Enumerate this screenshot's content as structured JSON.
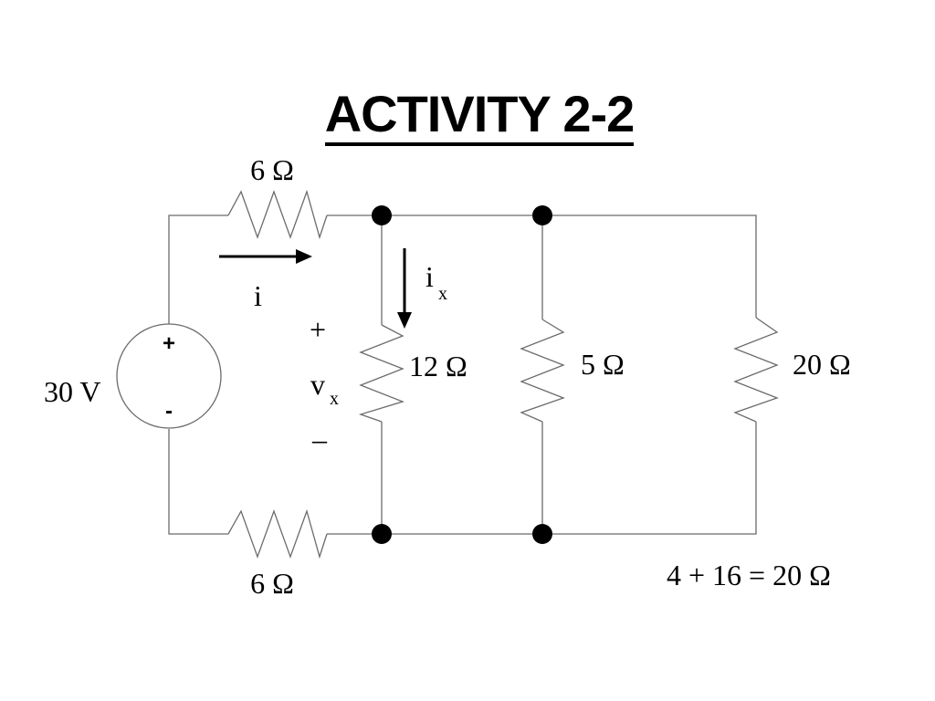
{
  "title": "ACTIVITY 2-2",
  "source": {
    "value_label": "30 V",
    "plus_sign": "+",
    "minus_sign": "-"
  },
  "resistors": {
    "top_series": "6 Ω",
    "bottom_series": "6 Ω",
    "r12": "12 Ω",
    "r5": "5 Ω",
    "r20": "20 Ω"
  },
  "current_i": {
    "label": "i"
  },
  "current_ix": {
    "label_main": "i",
    "label_sub": "x"
  },
  "voltage_vx": {
    "plus": "+",
    "label_main": "v",
    "label_sub": "x",
    "minus": "–"
  },
  "equation": "4 + 16 = 20 Ω"
}
